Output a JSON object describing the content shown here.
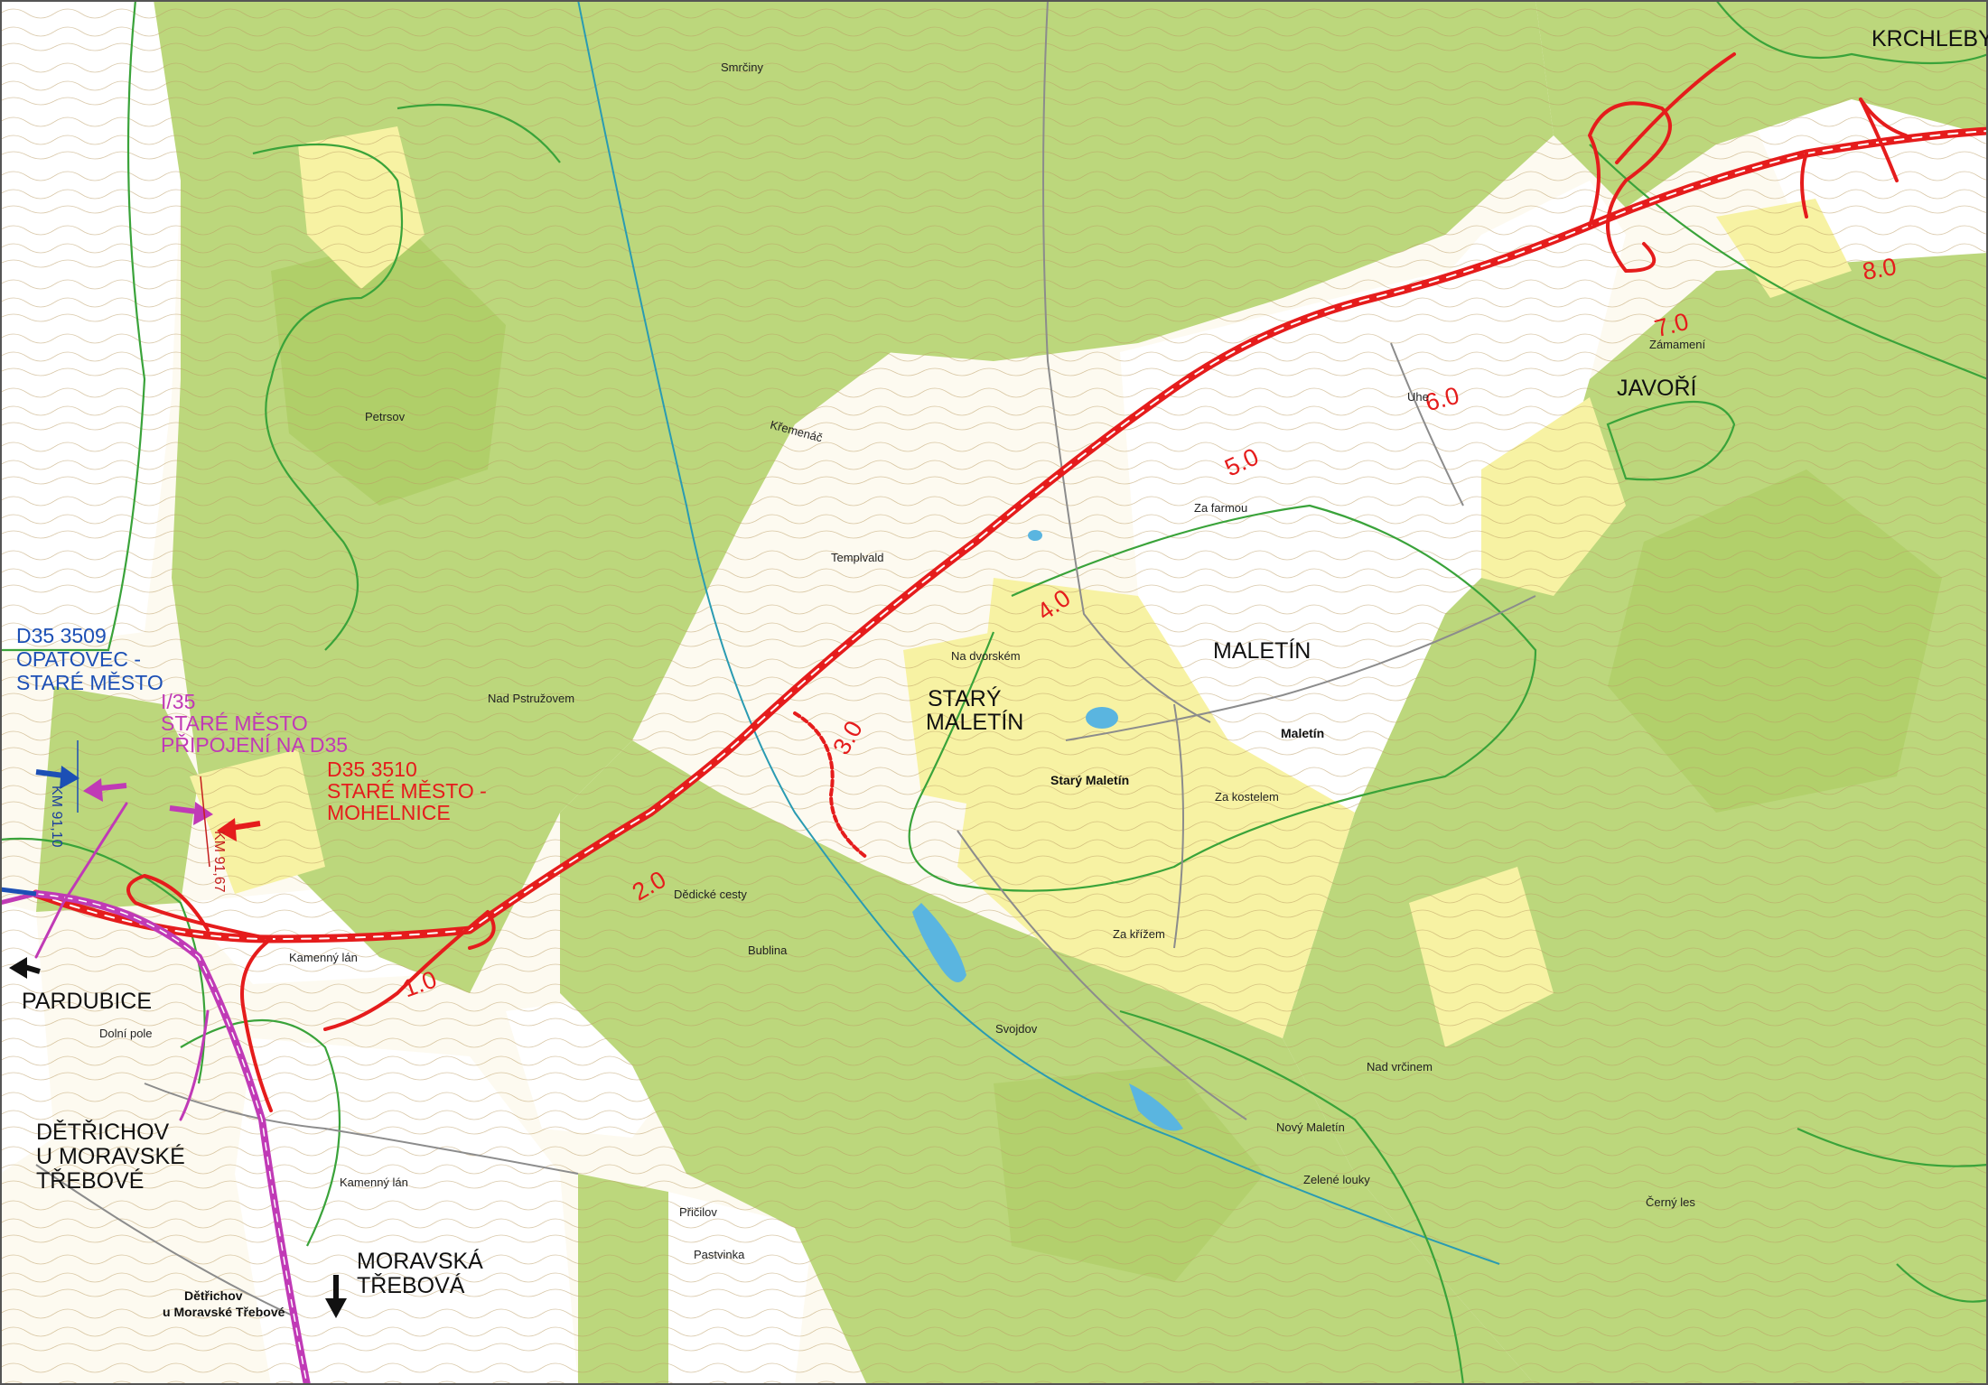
{
  "map": {
    "colors": {
      "background": "#fdfaf0",
      "forest": "#bcd77c",
      "forest_dark": "#a9ca5d",
      "meadow": "#f7f2a3",
      "open_field": "#ffffff",
      "contour": "#b99a63",
      "boundary": "#3aa33a",
      "river": "#2a9bb2",
      "water": "#5ab5e0",
      "motorway_d35": "#e51c1c",
      "road_i35": "#c03ab6",
      "section_d35_3509": "#1c4fb5"
    },
    "places": {
      "krchleby": "KRCHLEBY",
      "javori": "JAVOŘÍ",
      "maletin": "MALETÍN",
      "stary_maletin_1": "STARÝ",
      "stary_maletin_2": "MALETÍN",
      "pardubice": "PARDUBICE",
      "detrichov_1": "DĚTŘICHOV",
      "detrichov_2": "U MORAVSKÉ",
      "detrichov_3": "TŘEBOVÉ",
      "moravska_1": "MORAVSKÁ",
      "moravska_2": "TŘEBOVÁ"
    },
    "sections": {
      "d35_3509": [
        "D35 3509",
        "OPATOVEC -",
        "STARÉ MĚSTO"
      ],
      "i35": [
        "I/35",
        "STARÉ MĚSTO",
        "PŘIPOJENÍ NA D35"
      ],
      "d35_3510": [
        "D35 3510",
        "STARÉ MĚSTO -",
        "MOHELNICE"
      ]
    },
    "km_tags": {
      "km_91_10": "KM 91,10",
      "km_91_67": "KM 91,67"
    },
    "chainage": [
      "1.0",
      "2.0",
      "3.0",
      "4.0",
      "5.0",
      "6.0",
      "7.0",
      "8.0"
    ],
    "small_labels": {
      "maletin_village": "Maletín",
      "stary_maletin_village": "Starý Maletín",
      "detrichov_village_1": "Dětřichov",
      "detrichov_village_2": "u Moravské Třebové",
      "novy_maletin": "Nový Maletín",
      "templvald": "Templvald",
      "kremenac": "Křemenáč",
      "smrciny": "Smrčiny",
      "za_farmou": "Za farmou",
      "na_dvorskem": "Na dvorském",
      "za_kostelem": "Za kostelem",
      "kamenny_lan": "Kamenný lán",
      "kamenny_lan_2": "Kamenný lán",
      "nad_pstruzovem": "Nad Pstružovem",
      "dolni_pole": "Dolní pole",
      "pastvinka": "Pastvinka",
      "zamameni": "Zámamení",
      "za_krizem": "Za křížem",
      "svojdov": "Svojdov",
      "pricilov": "Přičilov",
      "zelene_louky": "Zelené louky",
      "nad_vrcinem": "Nad vrčinem",
      "cerny_les": "Černý les",
      "bublina": "Bublina",
      "dedicke_cesty": "Dědické cesty",
      "petrsov": "Petrsov",
      "uhe": "Uhe"
    }
  }
}
